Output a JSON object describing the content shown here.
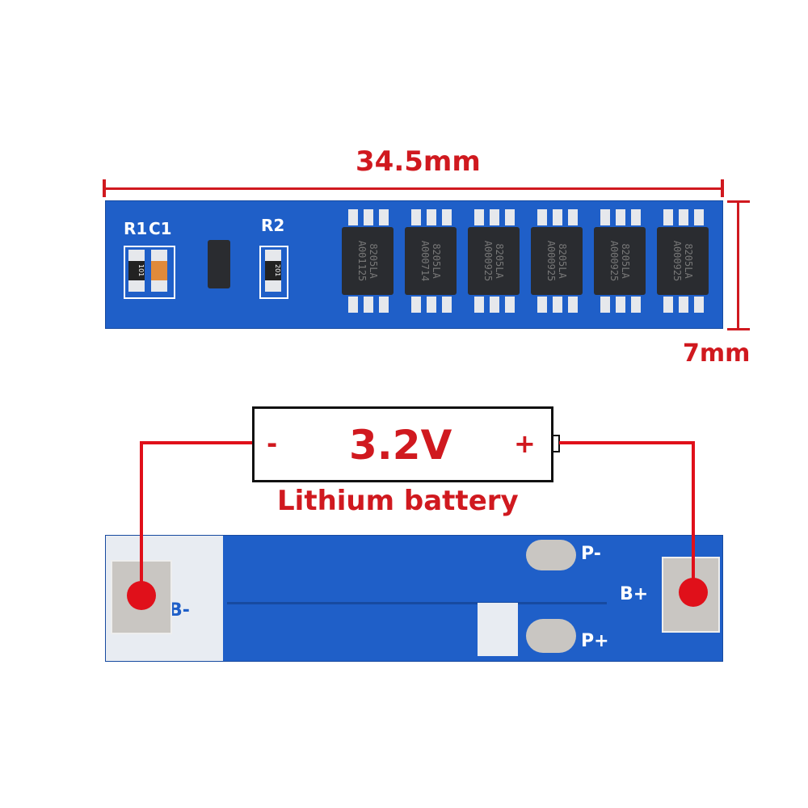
{
  "dimensions": {
    "length": "34.5mm",
    "width": "7mm"
  },
  "top_board": {
    "labels": [
      "R1",
      "C1",
      "R2"
    ],
    "resistor_codes": [
      "101",
      "201"
    ],
    "mosfets": [
      {
        "line1": "8205LA",
        "line2": "A001125"
      },
      {
        "line1": "8205LA",
        "line2": "A000714"
      },
      {
        "line1": "8205LA",
        "line2": "A000925"
      },
      {
        "line1": "8205LA",
        "line2": "A000925"
      },
      {
        "line1": "8205LA",
        "line2": "A000925"
      },
      {
        "line1": "8205LA",
        "line2": "A000925"
      }
    ]
  },
  "battery": {
    "minus": "-",
    "voltage": "3.2V",
    "plus": "+",
    "caption": "Lithium battery"
  },
  "bottom_board": {
    "b_minus": "B-",
    "b_plus": "B+",
    "p_minus": "P-",
    "p_plus": "P+"
  },
  "colors": {
    "annotation": "#d0191f",
    "pcb": "#1f5fc8",
    "wire": "#e0101a"
  }
}
